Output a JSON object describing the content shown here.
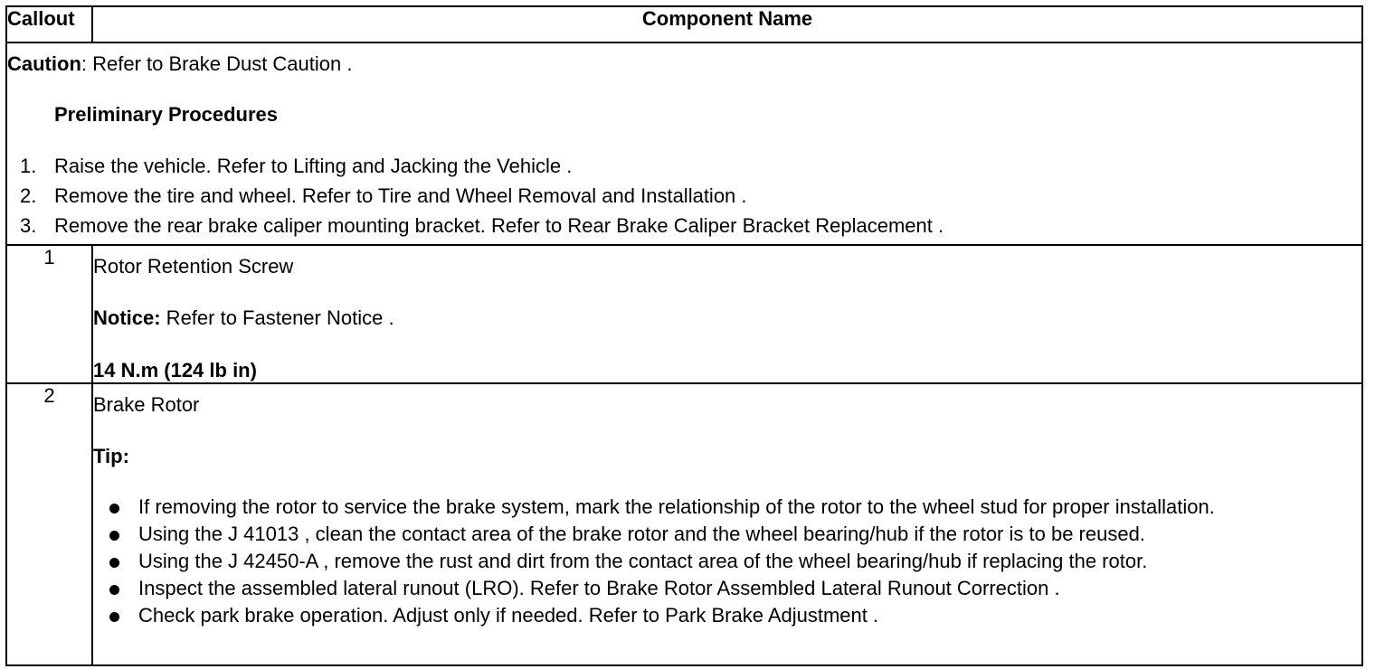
{
  "header": {
    "callout": "Callout",
    "component_name": "Component Name"
  },
  "preliminary": {
    "caution_label": "Caution",
    "caution_text": ": Refer to Brake Dust Caution .",
    "title": "Preliminary Procedures",
    "steps": [
      {
        "num": "1.",
        "text": "Raise the vehicle. Refer to Lifting and Jacking the Vehicle ."
      },
      {
        "num": "2.",
        "text": "Remove the tire and wheel. Refer to Tire and Wheel Removal and Installation ."
      },
      {
        "num": "3.",
        "text": "Remove the rear brake caliper mounting bracket. Refer to Rear Brake Caliper Bracket Replacement ."
      }
    ]
  },
  "rows": [
    {
      "callout": "1",
      "name": "Rotor Retention Screw",
      "notice_label": "Notice:",
      "notice_text": " Refer to Fastener Notice .",
      "torque": "14 N.m (124 lb in)"
    },
    {
      "callout": "2",
      "name": "Brake Rotor",
      "tip_label": "Tip:",
      "tips": [
        "If removing the rotor to service the brake system, mark the relationship of the rotor to the wheel stud for proper installation.",
        "Using the J 41013 , clean the contact area of the brake rotor and the wheel bearing/hub if the rotor is to be reused.",
        "Using the J 42450-A , remove the rust and dirt from the contact area of the wheel bearing/hub if replacing the rotor.",
        "Inspect the assembled lateral runout (LRO). Refer to Brake Rotor Assembled Lateral Runout Correction .",
        "Check park brake operation. Adjust only if needed. Refer to Park Brake Adjustment ."
      ]
    }
  ]
}
